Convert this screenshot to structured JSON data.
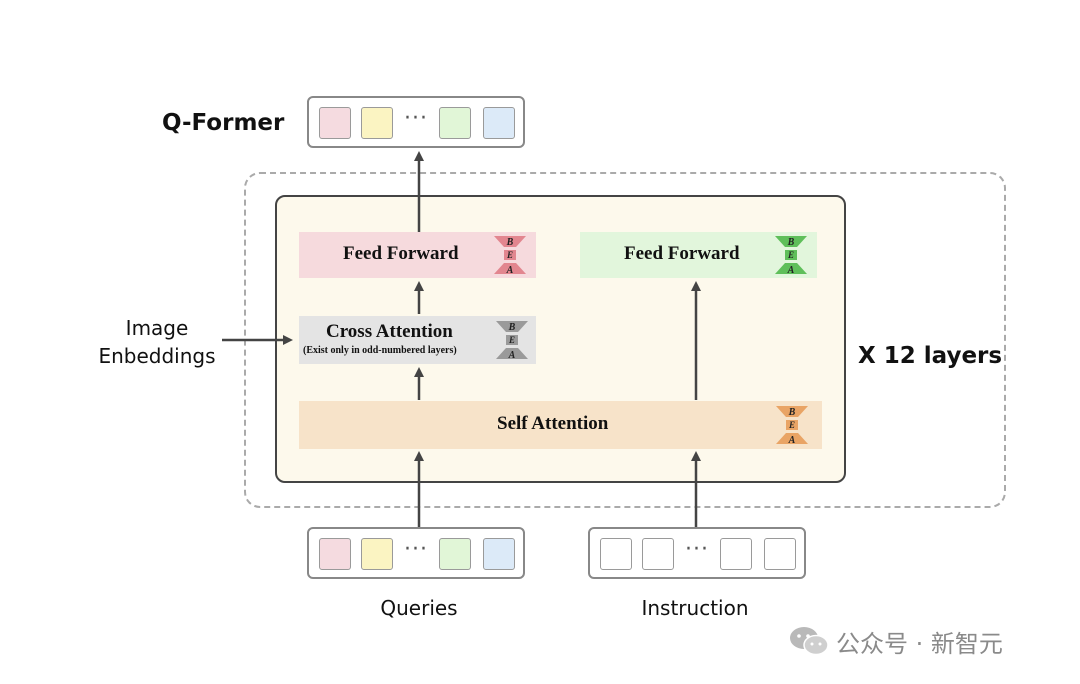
{
  "qformer": {
    "title": "Q-Former"
  },
  "layers_label": "X 12 layers",
  "input_label": {
    "line1": "Image",
    "line2": "Enbeddings"
  },
  "blocks": {
    "ff_left": {
      "label": "Feed Forward",
      "color": "#f6dadd",
      "icon_color": "#e2868f"
    },
    "ff_right": {
      "label": "Feed Forward",
      "color": "#e2f6dc",
      "icon_color": "#5fbf5a"
    },
    "cross": {
      "label": "Cross Attention",
      "sub": "(Exist only in odd-numbered layers)",
      "color": "#e4e4e4",
      "icon_color": "#9a9a9a"
    },
    "self": {
      "label": "Self Attention",
      "color": "#f7e3c9",
      "icon_color": "#e9a465"
    }
  },
  "bea_letters": {
    "b": "B",
    "e": "E",
    "a": "A"
  },
  "tokens": {
    "dots": "···",
    "query_colors": [
      "#f5dbe0",
      "#fbf4c2",
      "#e1f6d7",
      "#dceaf8"
    ],
    "instruction_color": "#ffffff"
  },
  "bottom_labels": {
    "queries": "Queries",
    "instruction": "Instruction"
  },
  "watermark": {
    "text": "公众号 · 新智元"
  },
  "colors": {
    "inner_bg": "#fdf9ec",
    "arrow": "#444444"
  }
}
